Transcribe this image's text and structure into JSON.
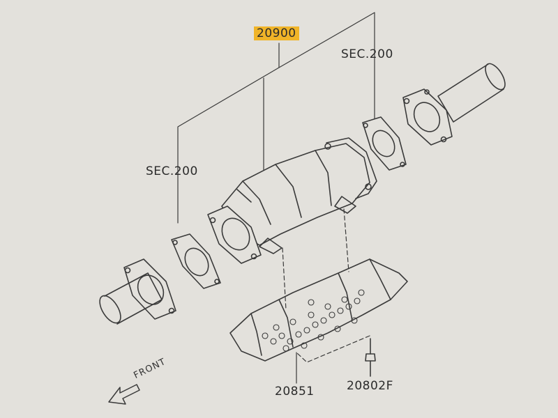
{
  "labels": {
    "main_part": "20900",
    "sec_upper": "SEC.200",
    "sec_left": "SEC.200",
    "heat_shield": "20851",
    "bolt": "20802F",
    "front": "FRONT"
  },
  "colors": {
    "background": "#e3e1dc",
    "line": "#3a3a3a",
    "highlight": "#f0b428"
  },
  "icons": [
    "front-arrow-icon"
  ]
}
